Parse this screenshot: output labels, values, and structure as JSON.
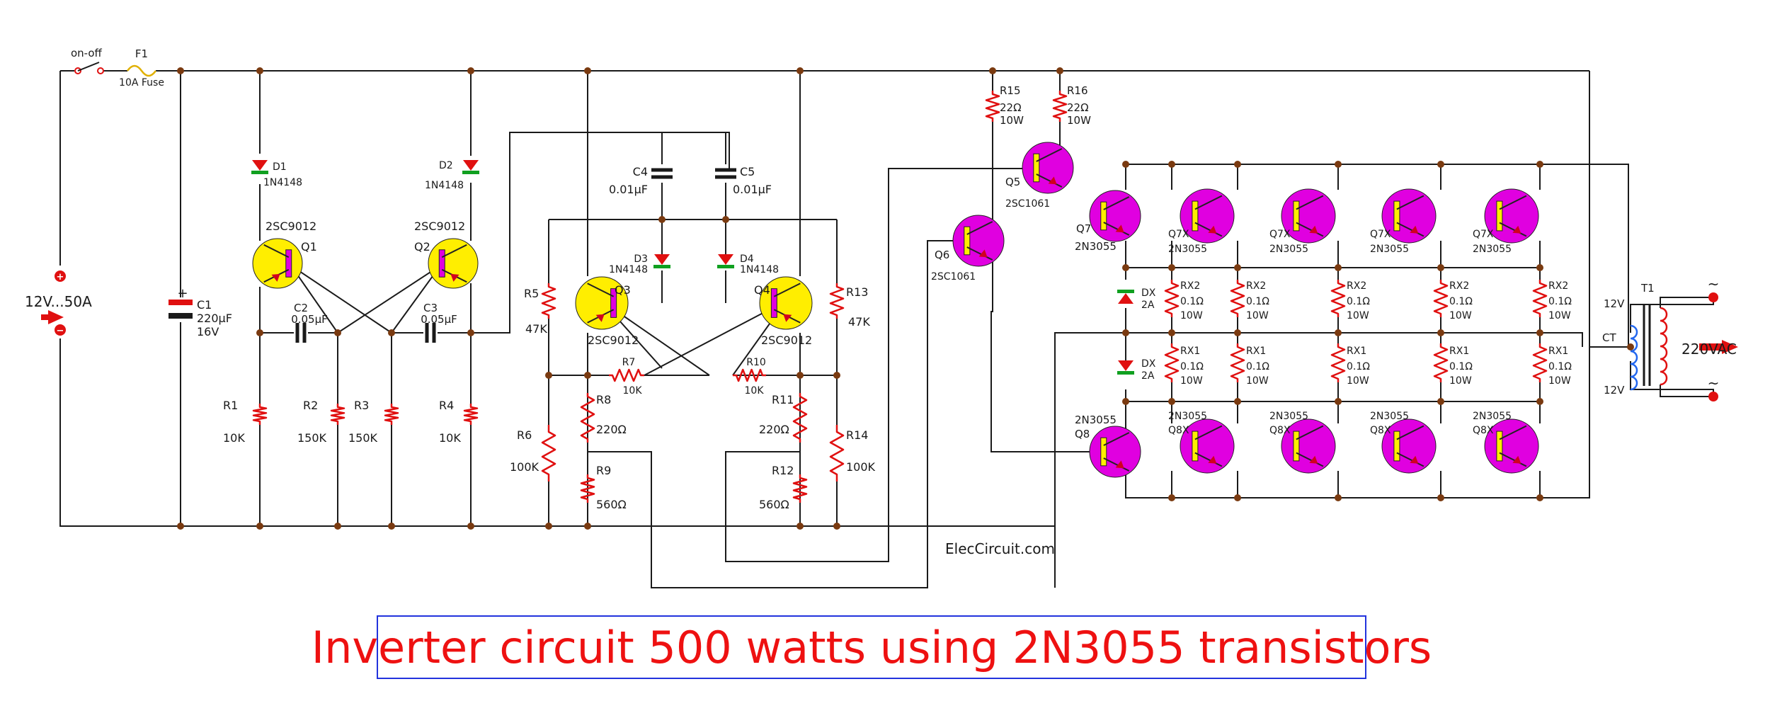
{
  "title": "Inverter circuit 500 watts using 2N3055 transistors",
  "watermark": "ElecCircuit.com",
  "colors": {
    "wire": "#1a1a1a",
    "junction": "#7a3a10",
    "resistor": "#e01010",
    "small_transistor": "#ffee00",
    "power_transistor": "#e000e0",
    "diode_body": "#e01010",
    "diode_band": "#10a020",
    "coil": "#2266ee",
    "title_text": "#ee1111",
    "title_border": "#2233dd"
  },
  "supply": {
    "label": "12V...50A",
    "switch": "on-off",
    "fuse_ref": "F1",
    "fuse_value": "10A Fuse"
  },
  "output": {
    "label": "220VAC",
    "transformer_ref": "T1",
    "primary_top": "12V",
    "center_tap": "CT",
    "primary_bottom": "12V",
    "ac_symbol": "~"
  },
  "capacitors": [
    {
      "ref": "C1",
      "value": "220µF",
      "rating": "16V"
    },
    {
      "ref": "C2",
      "value": "0.05µF"
    },
    {
      "ref": "C3",
      "value": "0.05µF"
    },
    {
      "ref": "C4",
      "value": "0.01µF"
    },
    {
      "ref": "C5",
      "value": "0.01µF"
    }
  ],
  "diodes": [
    {
      "ref": "D1",
      "value": "1N4148"
    },
    {
      "ref": "D2",
      "value": "1N4148"
    },
    {
      "ref": "D3",
      "value": "1N4148"
    },
    {
      "ref": "D4",
      "value": "1N4148"
    },
    {
      "ref": "DX",
      "value": "2A"
    },
    {
      "ref": "DX",
      "value": "2A"
    }
  ],
  "resistors": [
    {
      "ref": "R1",
      "value": "10K"
    },
    {
      "ref": "R2",
      "value": "150K"
    },
    {
      "ref": "R3",
      "value": "150K"
    },
    {
      "ref": "R4",
      "value": "10K"
    },
    {
      "ref": "R5",
      "value": "47K"
    },
    {
      "ref": "R6",
      "value": "100K"
    },
    {
      "ref": "R7",
      "value": "10K"
    },
    {
      "ref": "R8",
      "value": "220Ω"
    },
    {
      "ref": "R9",
      "value": "560Ω"
    },
    {
      "ref": "R10",
      "value": "10K"
    },
    {
      "ref": "R11",
      "value": "220Ω"
    },
    {
      "ref": "R12",
      "value": "560Ω"
    },
    {
      "ref": "R13",
      "value": "47K"
    },
    {
      "ref": "R14",
      "value": "100K"
    },
    {
      "ref": "R15",
      "value": "22Ω",
      "rating": "10W"
    },
    {
      "ref": "R16",
      "value": "22Ω",
      "rating": "10W"
    }
  ],
  "emitter_resistors": {
    "upper": {
      "ref": "RX2",
      "value": "0.1Ω",
      "rating": "10W"
    },
    "lower": {
      "ref": "RX1",
      "value": "0.1Ω",
      "rating": "10W"
    }
  },
  "transistors": [
    {
      "ref": "Q1",
      "type": "2SC9012"
    },
    {
      "ref": "Q2",
      "type": "2SC9012"
    },
    {
      "ref": "Q3",
      "type": "2SC9012"
    },
    {
      "ref": "Q4",
      "type": "2SC9012"
    },
    {
      "ref": "Q5",
      "type": "2SC1061"
    },
    {
      "ref": "Q6",
      "type": "2SC1061"
    },
    {
      "ref": "Q7",
      "type": "2N3055"
    },
    {
      "ref": "Q8",
      "type": "2N3055"
    }
  ],
  "parallel_transistors": {
    "upper": {
      "ref": "Q7X",
      "type": "2N3055"
    },
    "lower": {
      "ref": "Q8X",
      "type": "2N3055"
    }
  }
}
